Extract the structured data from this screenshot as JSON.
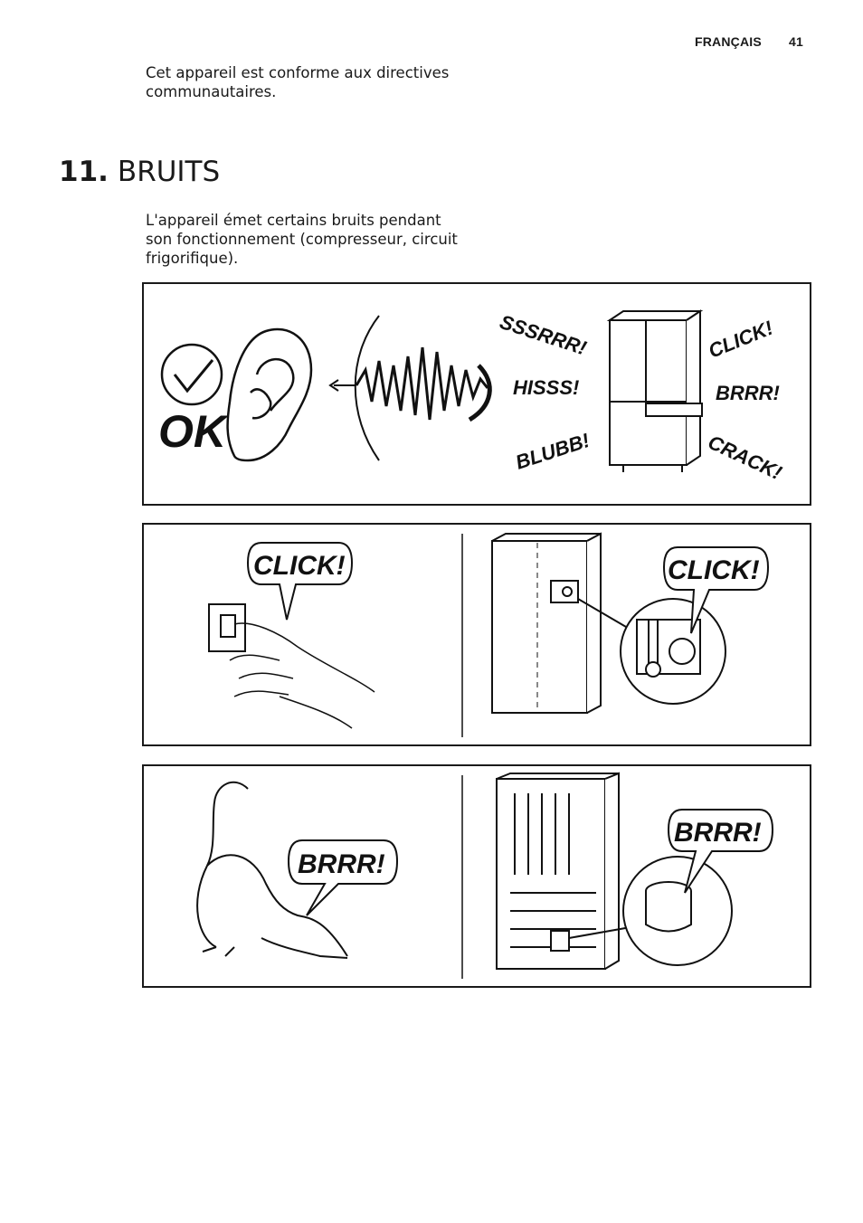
{
  "header": {
    "language": "FRANÇAIS",
    "page_number": "41"
  },
  "intro_text": "Cet appareil est conforme aux directives communautaires.",
  "section": {
    "number": "11.",
    "title": "BRUITS"
  },
  "body_text": "L'appareil émet certains bruits pendant son fonctionnement (compresseur, circuit frigorifique).",
  "panel1": {
    "ok_label": "OK",
    "sounds": [
      "SSSRRR!",
      "HISSS!",
      "BLUBB!",
      "CLICK!",
      "BRRR!",
      "CRACK!"
    ]
  },
  "panel2": {
    "left_bubble": "CLICK!",
    "right_bubble": "CLICK!"
  },
  "panel3": {
    "left_bubble": "BRRR!",
    "right_bubble": "BRRR!"
  }
}
